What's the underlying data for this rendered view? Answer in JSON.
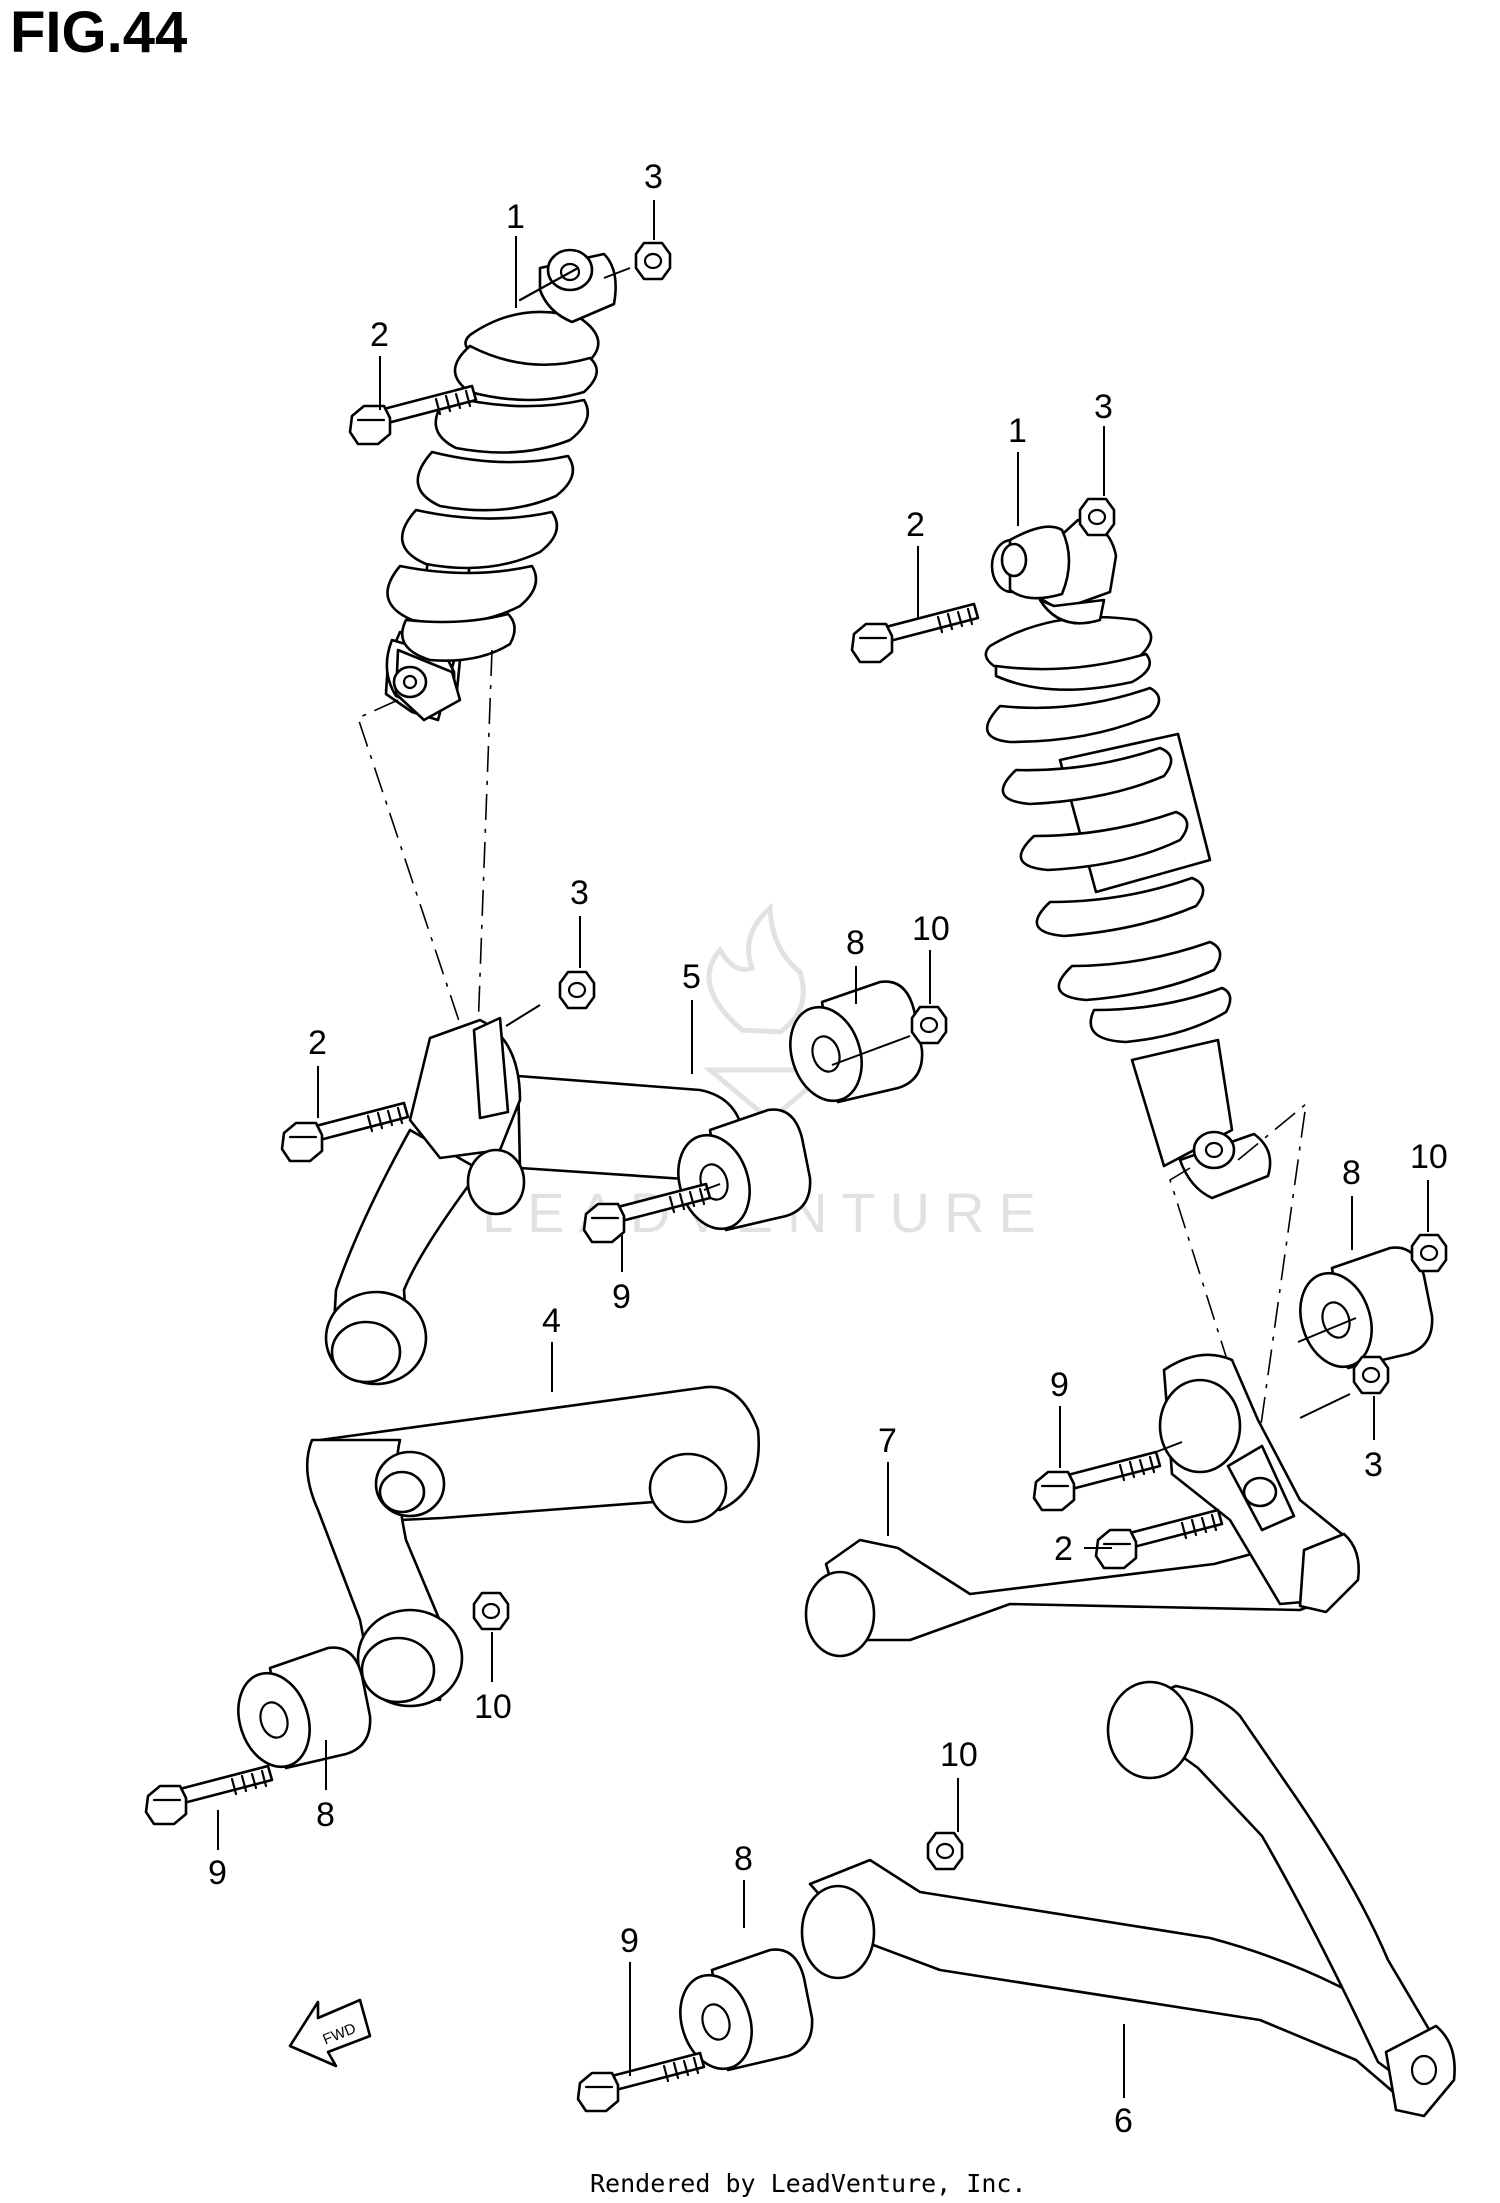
{
  "figure": {
    "title": "FIG.44",
    "footer": "Rendered by LeadVenture, Inc.",
    "watermark": "LEADVENTURE",
    "fwd_label": "FWD"
  },
  "callouts": [
    {
      "id": "c1a",
      "label": "1"
    },
    {
      "id": "c2a",
      "label": "2"
    },
    {
      "id": "c3a",
      "label": "3"
    },
    {
      "id": "c1b",
      "label": "1"
    },
    {
      "id": "c2b",
      "label": "2"
    },
    {
      "id": "c3b",
      "label": "3"
    },
    {
      "id": "c3c",
      "label": "3"
    },
    {
      "id": "c2c",
      "label": "2"
    },
    {
      "id": "c5",
      "label": "5"
    },
    {
      "id": "c8a",
      "label": "8"
    },
    {
      "id": "c10a",
      "label": "10"
    },
    {
      "id": "c9a",
      "label": "9"
    },
    {
      "id": "c10b",
      "label": "10"
    },
    {
      "id": "c8b",
      "label": "8"
    },
    {
      "id": "c4",
      "label": "4"
    },
    {
      "id": "c9b",
      "label": "9"
    },
    {
      "id": "c3d",
      "label": "3"
    },
    {
      "id": "c7",
      "label": "7"
    },
    {
      "id": "c2d",
      "label": "2"
    },
    {
      "id": "c10c",
      "label": "10"
    },
    {
      "id": "c8c",
      "label": "8"
    },
    {
      "id": "c9c",
      "label": "9"
    },
    {
      "id": "c10d",
      "label": "10"
    },
    {
      "id": "c8d",
      "label": "8"
    },
    {
      "id": "c9d",
      "label": "9"
    },
    {
      "id": "c6",
      "label": "6"
    }
  ]
}
